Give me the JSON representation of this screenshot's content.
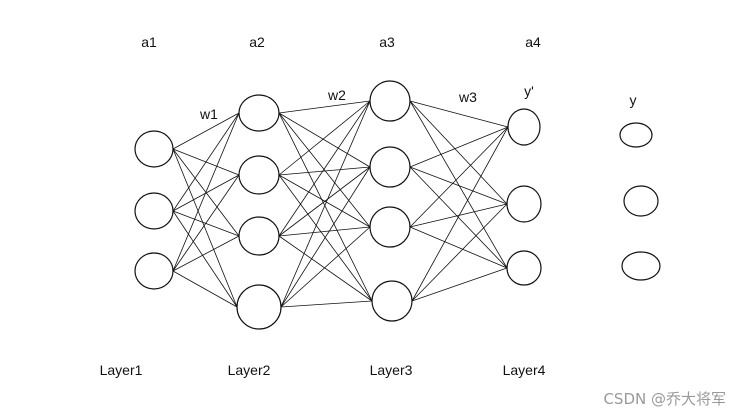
{
  "diagram": {
    "activation_labels": [
      "a1",
      "a2",
      "a3",
      "a4"
    ],
    "layer_labels": [
      "Layer1",
      "Layer2",
      "Layer3",
      "Layer4"
    ],
    "weight_labels": [
      "w1",
      "w2",
      "w3"
    ],
    "output_label": "y'",
    "target_label": "y",
    "layer_sizes": [
      3,
      4,
      4,
      3
    ],
    "target_node_count": 3
  },
  "watermark": "CSDN @乔大将军"
}
